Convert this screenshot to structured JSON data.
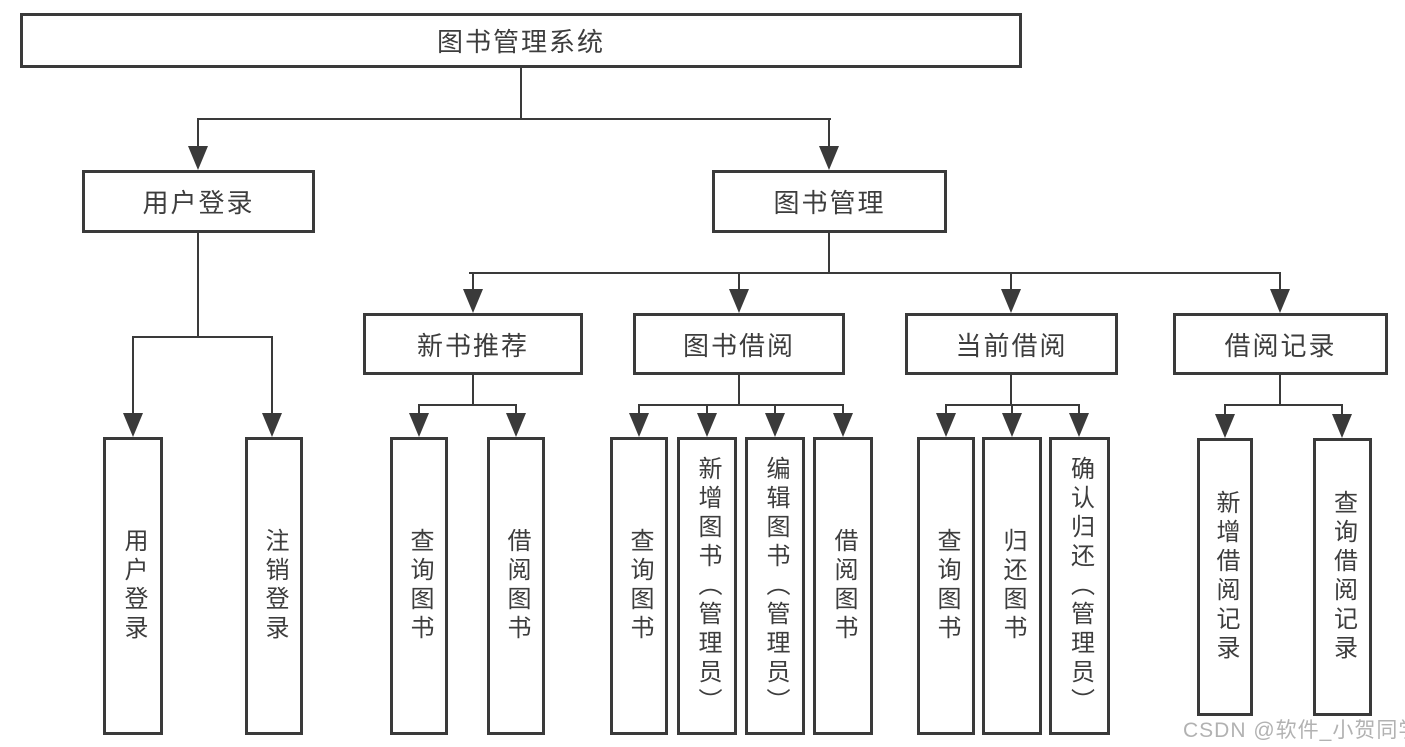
{
  "diagram_type": "hierarchy-tree",
  "tree": {
    "root": "图书管理系统",
    "level2": [
      {
        "label": "用户登录"
      },
      {
        "label": "图书管理"
      }
    ],
    "level3": [
      {
        "label": "新书推荐"
      },
      {
        "label": "图书借阅"
      },
      {
        "label": "当前借阅"
      },
      {
        "label": "借阅记录"
      }
    ],
    "leaves": {
      "user_login": [
        "用户登录",
        "注销登录"
      ],
      "new_book_rec": [
        "查询图书",
        "借阅图书"
      ],
      "book_borrow": [
        "查询图书",
        "新增图书（管理员）",
        "编辑图书（管理员）",
        "借阅图书"
      ],
      "current_borrow": [
        "查询图书",
        "归还图书",
        "确认归还（管理员）"
      ],
      "borrow_records": [
        "新增借阅记录",
        "查询借阅记录"
      ]
    }
  },
  "watermark": "CSDN @软件_小贺同学",
  "colors": {
    "line": "#3a3a3a",
    "text": "#3d3d3d",
    "watermark": "#b2b2b2",
    "background": "#ffffff"
  }
}
